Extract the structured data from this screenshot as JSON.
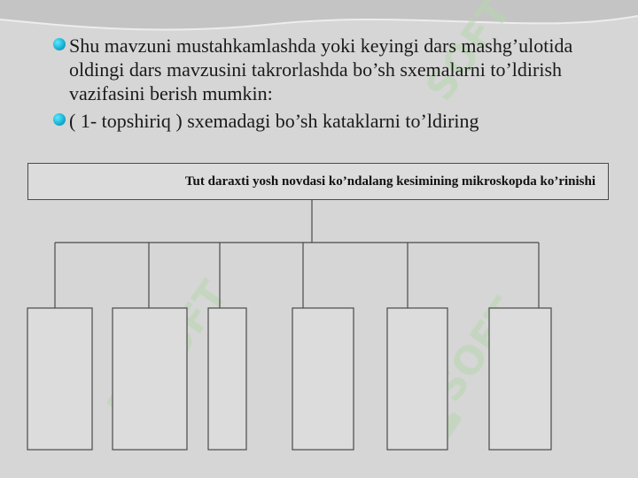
{
  "bullets": [
    {
      "icon": "bullet-dot-icon",
      "text": "Shu mavzuni mustahkamlashda yoki  keyingi dars mashg’ulotida oldingi dars mavzusini takrorlashda bo’sh sxemalarni to’ldirish vazifasini berish mumkin:"
    },
    {
      "icon": "bullet-dot-icon",
      "text": " ( 1- topshiriq ) sxemadagi   bo’sh  kataklarni to’ldiring"
    }
  ],
  "diagram": {
    "root_label": "Tut daraxti yosh novdasi ko’ndalang kesimining mikroskopda ko’rinishi",
    "empty_boxes": [
      "",
      "",
      "",
      "",
      "",
      ""
    ]
  },
  "watermark": {
    "text": "SOFT",
    "icon": "soft-logo-icon",
    "color": "#b9d7b0"
  },
  "colors": {
    "background": "#d6d6d6",
    "accent": "#19b3d6",
    "line": "#4a4a4a"
  }
}
